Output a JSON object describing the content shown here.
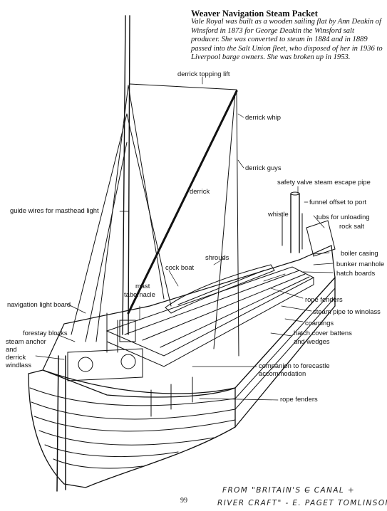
{
  "header": {
    "title": "Weaver Navigation Steam Packet",
    "caption": "Vale Royal was built as a wooden sailing flat by Ann Deakin of Winsford in 1873 for George Deakin the Winsford salt producer. She was converted to steam in 1884 and in 1889 passed into the Salt Union fleet, who disposed of her in 1936 to Liverpool barge owners. She was broken up in 1953."
  },
  "labels": {
    "derrick_topping_lift": "derrick topping lift",
    "derrick_whip": "derrick whip",
    "derrick_guys": "derrick guys",
    "safety_valve": "safety valve steam escape pipe",
    "funnel_offset": "funnel offset to port",
    "tubs_line1": "tubs for unloading",
    "tubs_line2": "rock salt",
    "guide_wires": "guide wires for masthead light",
    "derrick": "derrick",
    "whistle": "whistle",
    "shrouds": "shrouds",
    "boiler_casing": "boiler casing",
    "bunker_manhole": "bunker manhole",
    "hatch_boards": "hatch boards",
    "cock_boat": "cock boat",
    "mast_line1": "mast",
    "mast_line2": "tabernacle",
    "rope_fenders_upper": "rope fenders",
    "navigation_light_board": "navigation light board",
    "steam_pipe": "steam pipe to winolass",
    "coamings": "coamings",
    "forestay_blocks": "forestay blocks",
    "hatch_cover_line1": "hatch cover battens",
    "hatch_cover_line2": "and wedges",
    "steam_anchor_line1": "steam anchor",
    "steam_anchor_line2": "and",
    "steam_anchor_line3": "derrick",
    "steam_anchor_line4": "windlass",
    "companion_line1": "companion to forecastle",
    "companion_line2": "accommodation",
    "rope_fenders_lower": "rope fenders"
  },
  "footer": {
    "page_number": "99",
    "handwriting_line1": "FROM \"BRITAIN'S C̶ CANAL +",
    "handwriting_line2": "RIVER CRAFT\" - E. PAGET TOMLINSON"
  },
  "colors": {
    "ink": "#111111",
    "paper": "#ffffff"
  }
}
